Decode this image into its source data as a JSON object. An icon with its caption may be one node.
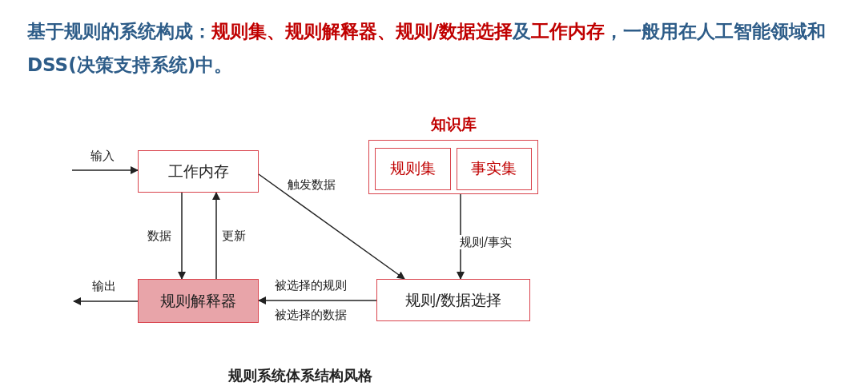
{
  "diagram": {
    "title": "基于规则的系统构成：**规则集、规则解释器、规则/数据选择**及**工作内存**，一般用在人工智能领域和DSS(决策支持系统)中。",
    "caption": "规则系统体系结构风格",
    "nodes": [
      {
        "text": [
          "工作内存"
        ]
      },
      {
        "text": [
          "知识库"
        ]
      },
      {
        "text": [
          "规则集"
        ],
        "in": 1
      },
      {
        "text": [
          "事实集"
        ],
        "in": 1
      },
      {
        "text": [
          "规则解释器"
        ]
      },
      {
        "text": [
          "规则/数据选择"
        ]
      }
    ],
    "edges": [
      {
        "from": null,
        "to": 0,
        "arrow": "to",
        "label": "输入"
      },
      {
        "from": 0,
        "to": 5,
        "arrow": "to",
        "label": "触发数据"
      },
      {
        "from": 0,
        "to": 4,
        "arrow": "to",
        "label": "数据"
      },
      {
        "from": 4,
        "to": 0,
        "arrow": "to",
        "label": "更新"
      },
      {
        "from": 1,
        "to": 5,
        "arrow": "to",
        "label": "规则/事实"
      },
      {
        "from": 5,
        "to": 4,
        "arrow": "to",
        "label": "被选择的规则"
      },
      {
        "from": 4,
        "to": null,
        "arrow": "to",
        "label": "输出"
      }
    ],
    "labels": [
      "被选择的数据"
    ]
  }
}
